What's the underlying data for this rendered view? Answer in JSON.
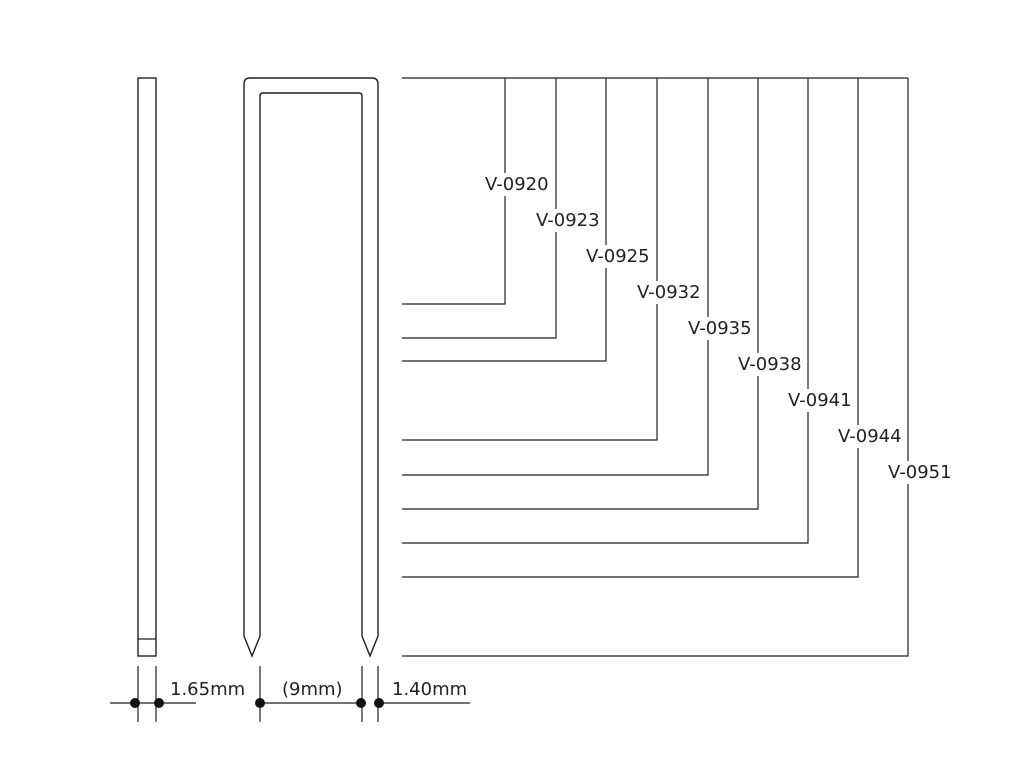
{
  "colors": {
    "line": "#231f20",
    "background": "#ffffff"
  },
  "dimensions": {
    "side_width": "1.65mm",
    "crown_width": "(9mm)",
    "wire_width": "1.40mm"
  },
  "models": [
    {
      "code": "V-0920"
    },
    {
      "code": "V-0923"
    },
    {
      "code": "V-0925"
    },
    {
      "code": "V-0932"
    },
    {
      "code": "V-0935"
    },
    {
      "code": "V-0938"
    },
    {
      "code": "V-0941"
    },
    {
      "code": "V-0944"
    },
    {
      "code": "V-0951"
    }
  ]
}
